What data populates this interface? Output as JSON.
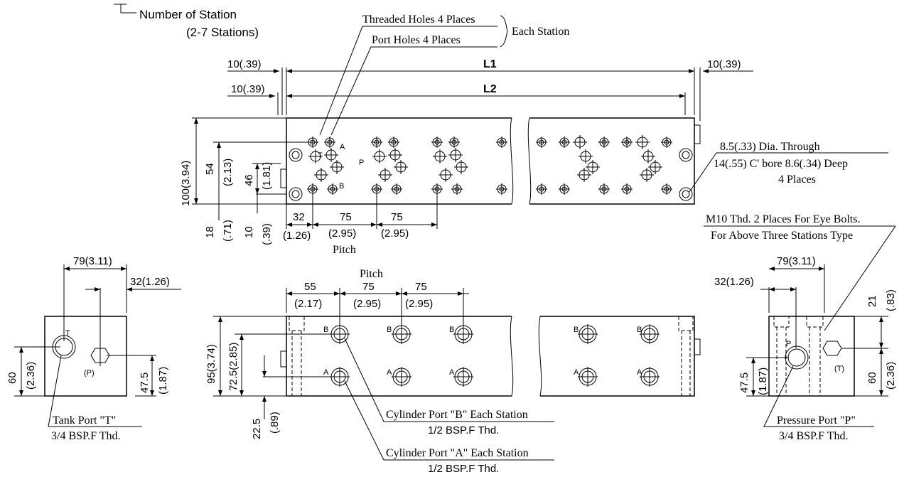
{
  "header": {
    "number_of_station": "Number of Station",
    "stations_range": "(2-7 Stations)"
  },
  "callouts": {
    "threaded_holes": "Threaded Holes 4 Places",
    "port_holes": "Port Holes 4 Places",
    "each_station": "Each Station",
    "through_hole_1": "8.5(.33) Dia. Through",
    "through_hole_2": "14(.55) C' bore 8.6(.34) Deep",
    "through_hole_3": "4 Places",
    "eye_bolts_1": "M10 Thd. 2 Places For Eye Bolts.",
    "eye_bolts_2": "For Above Three Stations Type",
    "cyl_b_1": "Cylinder Port \"B\" Each Station",
    "cyl_b_2": "1/2 BSP.F Thd.",
    "cyl_a_1": "Cylinder Port \"A\" Each Station",
    "cyl_a_2": "1/2 BSP.F Thd.",
    "tank_1": "Tank Port \"T\"",
    "tank_2": "3/4 BSP.F Thd.",
    "pressure_1": "Pressure Port \"P\"",
    "pressure_2": "3/4 BSP.F Thd."
  },
  "dimensions": {
    "top_10_left_a": "10(.39)",
    "top_10_left_b": "10(.39)",
    "top_10_right": "10(.39)",
    "L1": "L1",
    "L2": "L2",
    "h100": "100(3.94)",
    "h54": "54",
    "h54_in": "(2.13)",
    "h46": "46",
    "h46_in": "(1.81)",
    "h18": "18",
    "h18_in": "(.71)",
    "h10": "10",
    "h10_in": "(.39)",
    "w32": "32",
    "w32_in": "(1.26)",
    "pitch75a": "75",
    "pitch75a_in": "(2.95)",
    "pitch75b": "75",
    "pitch75b_in": "(2.95)",
    "pitch_label": "Pitch",
    "left_79": "79(3.11)",
    "left_32": "32(1.26)",
    "left_60": "60",
    "left_60_in": "(2.36)",
    "left_47": "47.5",
    "left_47_in": "(1.87)",
    "front_pitch": "Pitch",
    "front_55": "55",
    "front_55_in": "(2.17)",
    "front_75a": "75",
    "front_75a_in": "(2.95)",
    "front_75b": "75",
    "front_75b_in": "(2.95)",
    "front_95": "95(3.74)",
    "front_72": "72.5(2.85)",
    "front_22": "22.5",
    "front_22_in": "(.89)",
    "right_79": "79(3.11)",
    "right_32": "32(1.26)",
    "right_21": "21",
    "right_21_in": "(.83)",
    "right_60": "60",
    "right_60_in": "(2.36)",
    "right_47": "47.5",
    "right_47_in": "(1.87)"
  },
  "port_labels": {
    "T": "T",
    "TA": "T",
    "A": "A",
    "P": "P",
    "B": "B",
    "P_paren": "(P)",
    "T_paren": "(T)",
    "P_big": "P"
  }
}
